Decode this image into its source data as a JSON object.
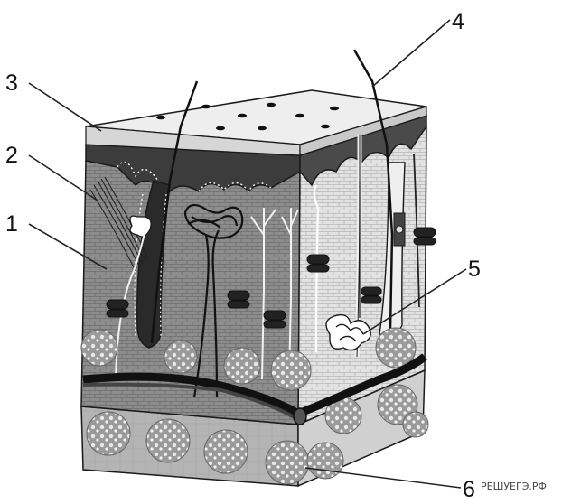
{
  "labels": {
    "one": "1",
    "two": "2",
    "three": "3",
    "four": "4",
    "five": "5",
    "six": "6"
  },
  "watermark": "РЕШУЕГЭ.РФ",
  "colors": {
    "epidermis_surface": "#eeeeee",
    "epidermis_dark": "#3c3c3c",
    "dermis_front": "#8a8a8a",
    "dermis_side": "#d8d8d8",
    "fat_blob": "#bdbdbd",
    "outline": "#1a1a1a"
  }
}
